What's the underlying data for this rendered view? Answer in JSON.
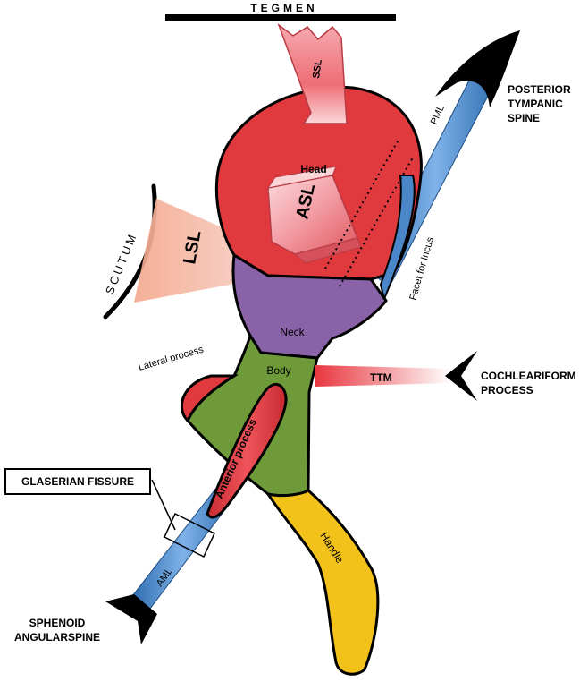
{
  "labels": {
    "tegmen": "TEGMEN",
    "scutum": "SCUTUM",
    "ssl": "SSL",
    "asl": "ASL",
    "lsl": "LSL",
    "head": "Head",
    "neck": "Neck",
    "body": "Body",
    "lateral_process": "Lateral process",
    "anterior_process": "Anterior process",
    "handle": "Handle",
    "facet_for_incus": "Facet for Incus",
    "pml": "PML",
    "aml": "AML",
    "ttm": "TTM",
    "posterior_tympanic_spine": [
      "POSTERIOR",
      "TYMPANIC",
      "SPINE"
    ],
    "cochleariform_process": [
      "COCHLEARIFORM",
      "PROCESS"
    ],
    "glaserian_fissure": "GLASERIAN FISSURE",
    "sphenoid_angular_spine": [
      "SPHENOID",
      "ANGULARSPINE"
    ]
  },
  "colors": {
    "head": "#e03a3e",
    "neck": "#8a62a8",
    "body": "#6f9a3a",
    "handle": "#f2c21a",
    "anterior_process": "#e03a3e",
    "ligament_blue": "#4a86c8",
    "ligament_pink": "#f07b82",
    "outline": "#000000"
  }
}
